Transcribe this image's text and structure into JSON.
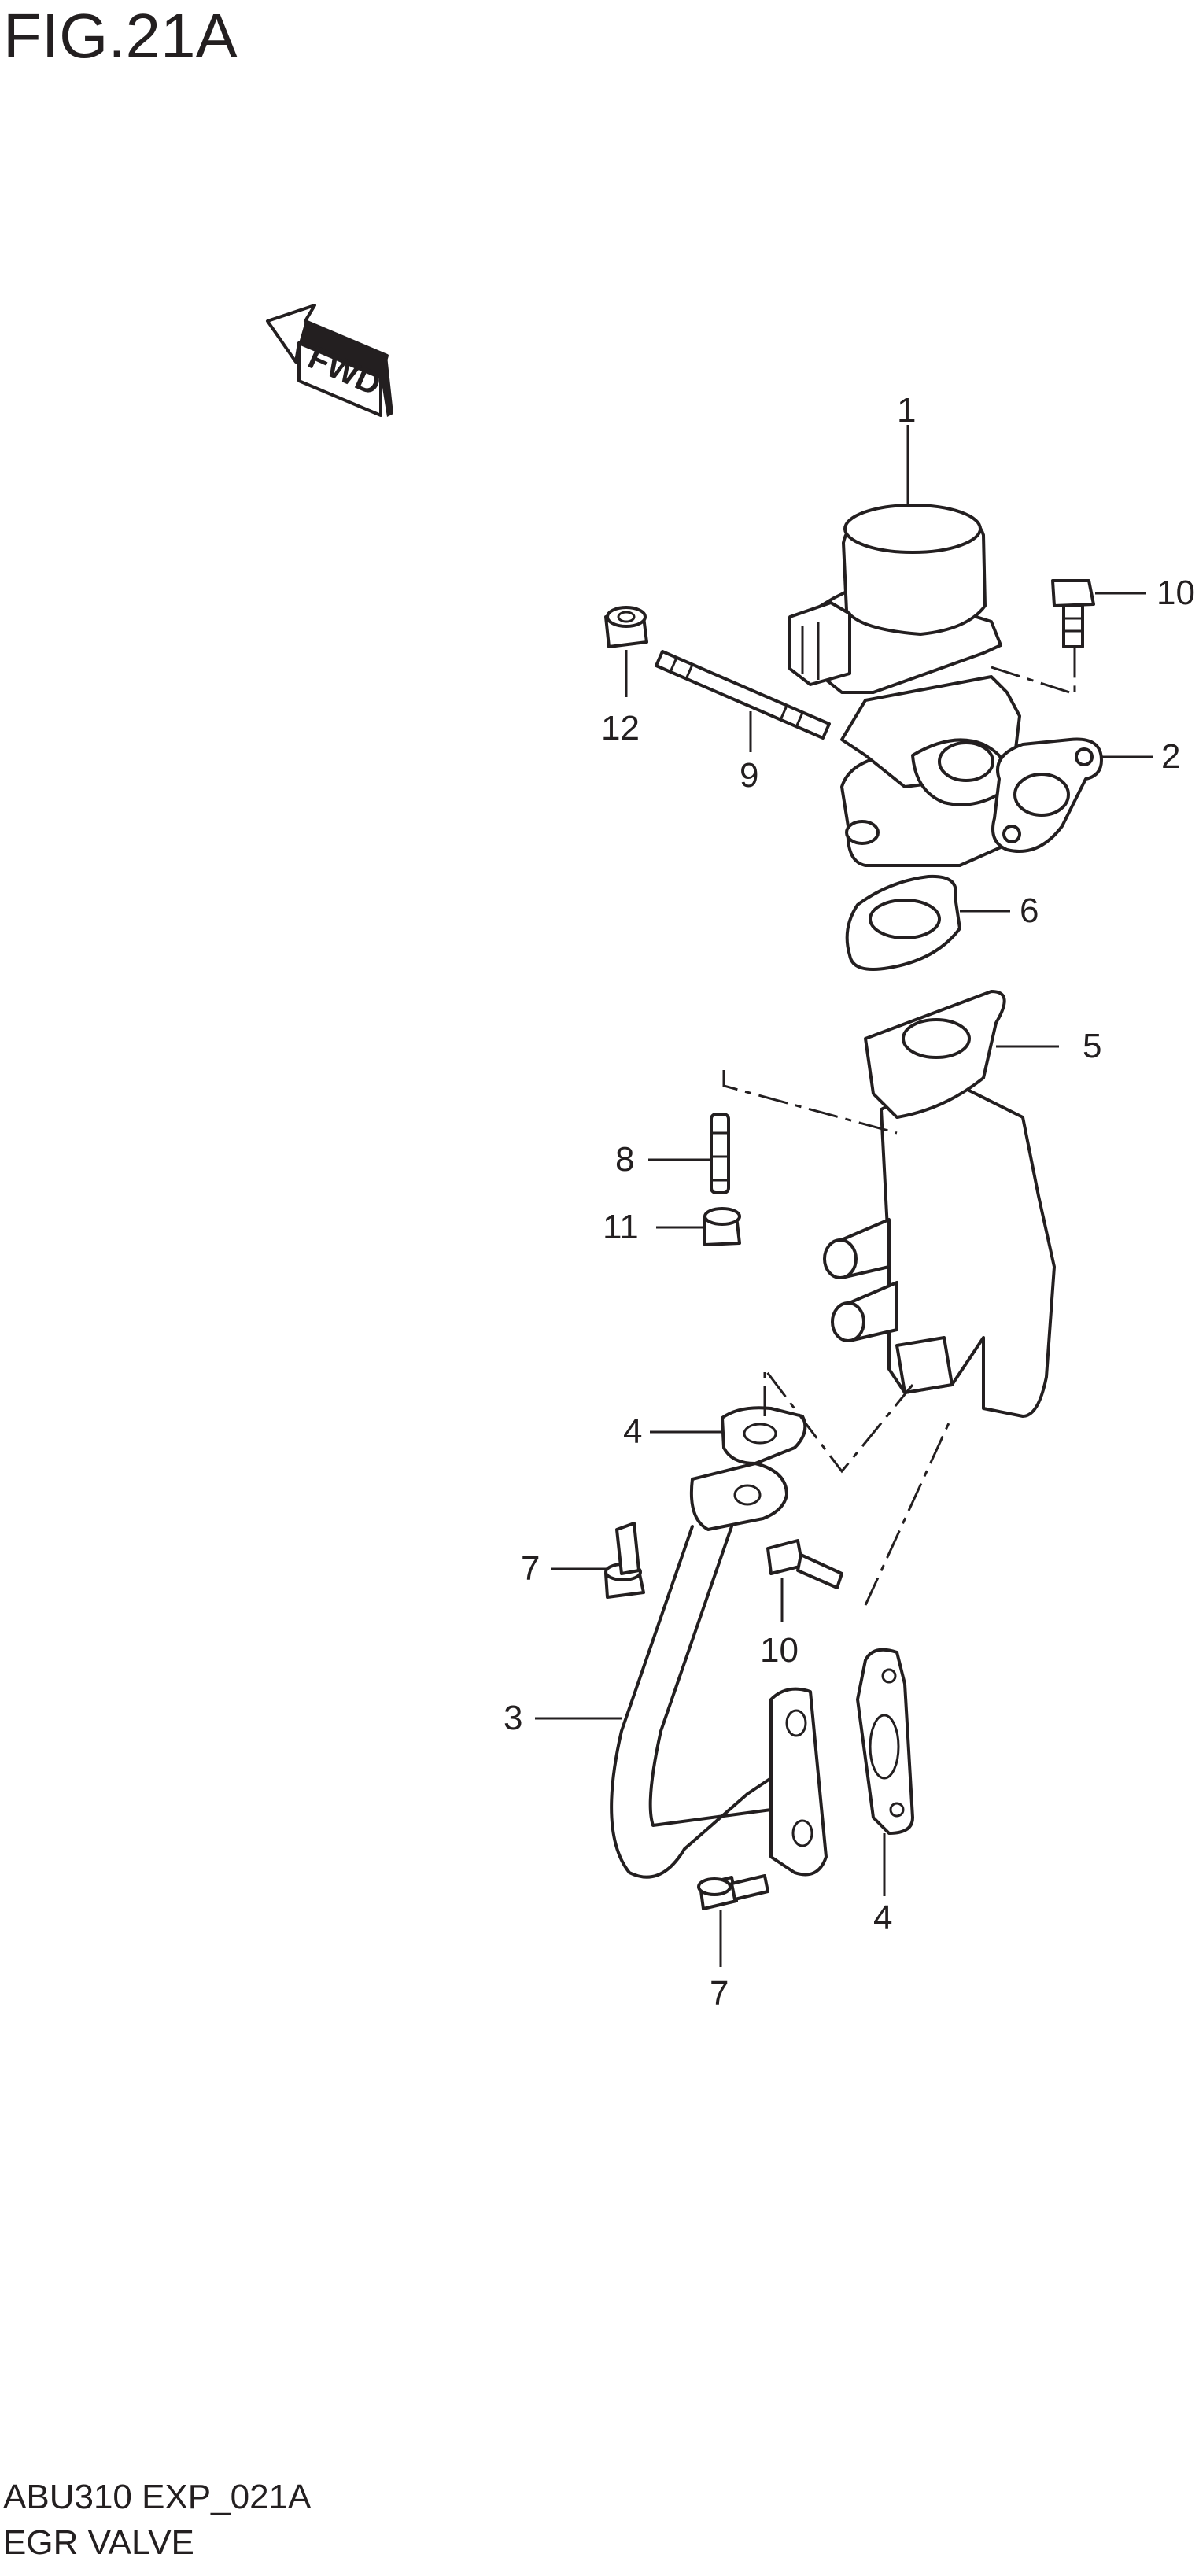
{
  "figure": {
    "title": "FIG.21A",
    "code": "ABU310 EXP_021A",
    "name": "EGR VALVE"
  },
  "direction_arrow": {
    "label": "FWD"
  },
  "callouts": [
    {
      "id": "c1",
      "label": "1"
    },
    {
      "id": "c10a",
      "label": "10"
    },
    {
      "id": "c2",
      "label": "2"
    },
    {
      "id": "c12",
      "label": "12"
    },
    {
      "id": "c9",
      "label": "9"
    },
    {
      "id": "c6",
      "label": "6"
    },
    {
      "id": "c5",
      "label": "5"
    },
    {
      "id": "c8",
      "label": "8"
    },
    {
      "id": "c11",
      "label": "11"
    },
    {
      "id": "c4a",
      "label": "4"
    },
    {
      "id": "c7a",
      "label": "7"
    },
    {
      "id": "c10b",
      "label": "10"
    },
    {
      "id": "c3",
      "label": "3"
    },
    {
      "id": "c4b",
      "label": "4"
    },
    {
      "id": "c7b",
      "label": "7"
    }
  ]
}
